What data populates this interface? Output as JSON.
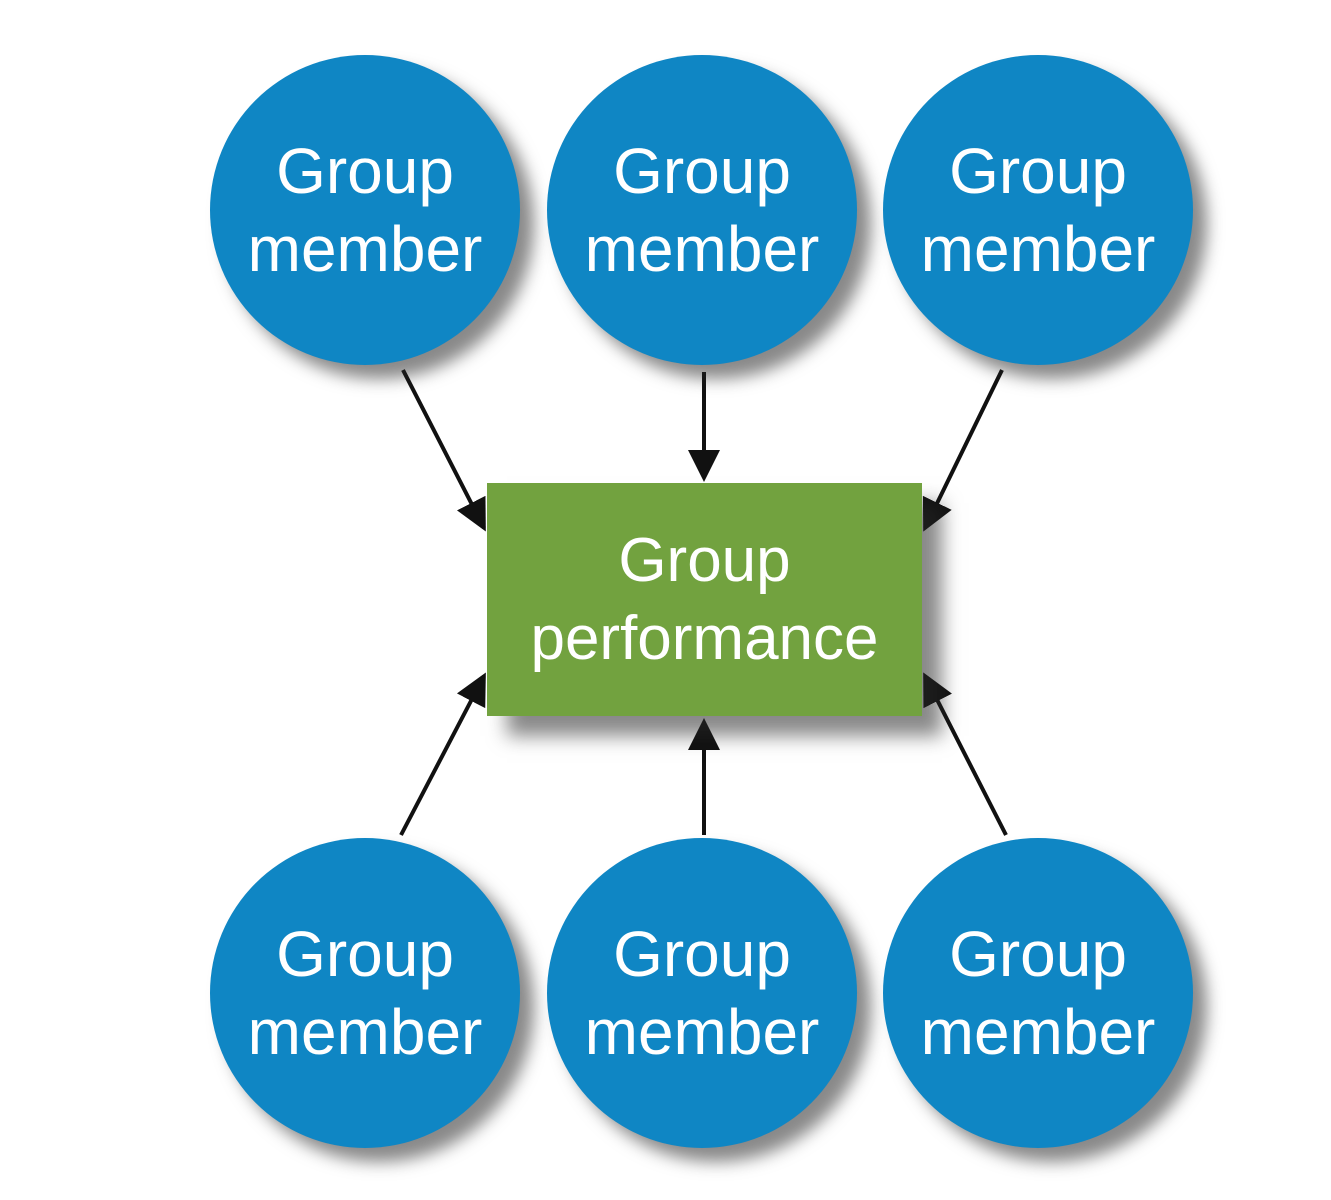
{
  "diagram": {
    "center": {
      "line1": "Group",
      "line2": "performance",
      "color": "#72a23f"
    },
    "members": [
      {
        "line1": "Group",
        "line2": "member"
      },
      {
        "line1": "Group",
        "line2": "member"
      },
      {
        "line1": "Group",
        "line2": "member"
      },
      {
        "line1": "Group",
        "line2": "member"
      },
      {
        "line1": "Group",
        "line2": "member"
      },
      {
        "line1": "Group",
        "line2": "member"
      }
    ],
    "member_color": "#0f86c4",
    "arrow_color": "#111111",
    "arrows_point_to": "center"
  }
}
